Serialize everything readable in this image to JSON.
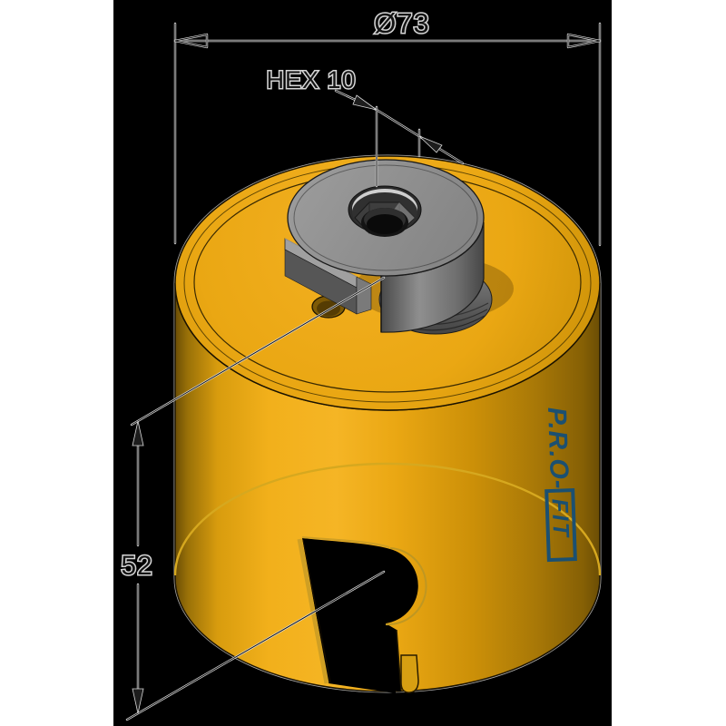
{
  "drawing": {
    "title": "hole-saw-technical-drawing",
    "dimensions": {
      "diameter": {
        "label": "Ø73"
      },
      "hex": {
        "label": "HEX 10"
      },
      "height": {
        "label": "52"
      }
    },
    "logo": {
      "pro": "P.R.O-",
      "fit": "FIT"
    },
    "colors": {
      "margin_white": "#ffffff",
      "drawing_background": "#000000",
      "body_yellow": "#edaa15",
      "body_yellow_bright": "#f5b525",
      "body_yellow_dark": "#6b4e05",
      "arbor_gray": "#8e8e8e",
      "arbor_gray_dark": "#4a4a4a",
      "logo_blue": "#1b5071",
      "annotation_line": "#dedede",
      "annotation_core": "#161616"
    }
  }
}
